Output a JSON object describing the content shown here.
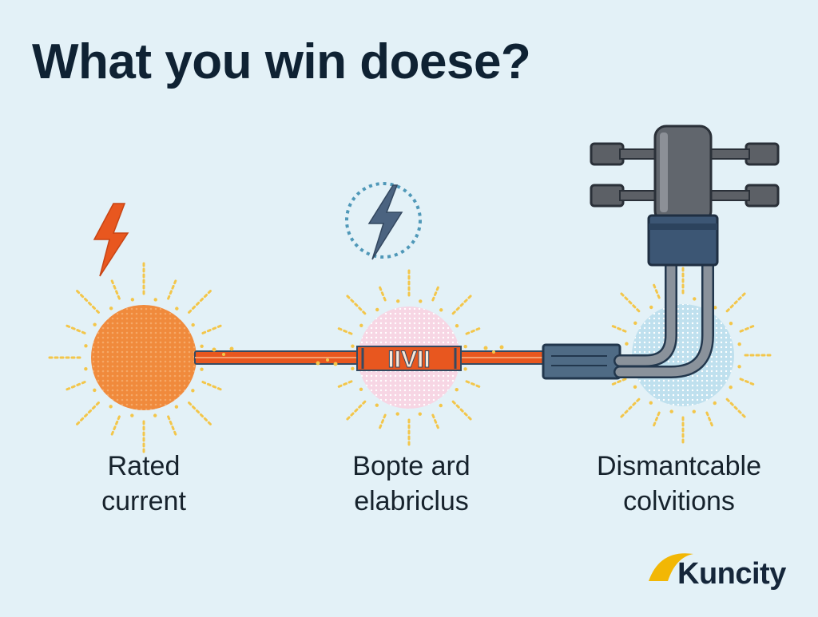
{
  "title": "What you win doese?",
  "nodes": [
    {
      "id": "node-1",
      "label_lines": [
        "Rated",
        "current"
      ],
      "color": "#f08a3c",
      "icon": "lightning-bolt-icon"
    },
    {
      "id": "node-2",
      "label_lines": [
        "Bopte ard",
        "elabriclus"
      ],
      "color": "#f7d6e4",
      "icon": "lightning-bolt-circle-icon"
    },
    {
      "id": "node-3",
      "label_lines": [
        "Dismantcable",
        "colvitions"
      ],
      "color": "#bfe0ee",
      "icon": "cable-connector-icon"
    }
  ],
  "component_label": "IIVII",
  "brand": {
    "name": "Kuncity",
    "accent": "#f2b705"
  },
  "colors": {
    "wire": "#e8571f",
    "outline": "#344a62",
    "spark": "#f3c64a",
    "background": "#e3f1f7"
  }
}
